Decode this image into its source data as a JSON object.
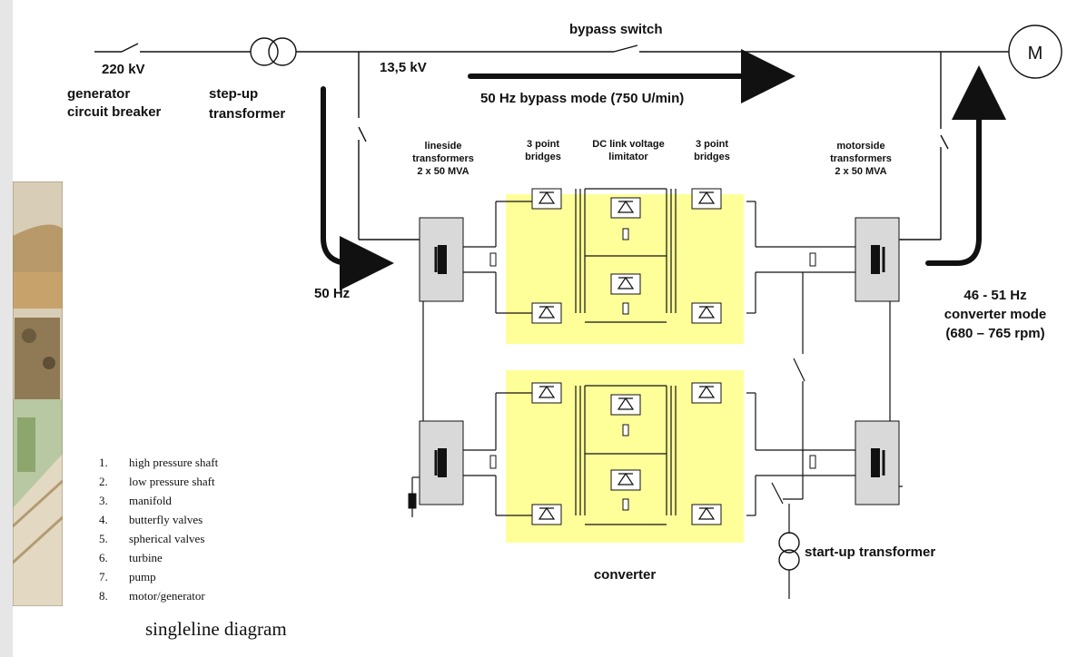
{
  "labels": {
    "voltage_220": "220 kV",
    "gcb_line1": "generator",
    "gcb_line2": "circuit breaker",
    "stepup_line1": "step-up",
    "stepup_line2": "transformer",
    "voltage_135": "13,5 kV",
    "bypass_switch": "bypass switch",
    "bypass_mode": "50 Hz bypass mode (750 U/min)",
    "motor": "M",
    "lineside_line1": "lineside",
    "lineside_line2": "transformers",
    "lineside_line3": "2 x 50 MVA",
    "bridges_left_line1": "3 point",
    "bridges_left_line2": "bridges",
    "dclink_line1": "DC link voltage",
    "dclink_line2": "limitator",
    "bridges_right_line1": "3 point",
    "bridges_right_line2": "bridges",
    "motorside_line1": "motorside",
    "motorside_line2": "transformers",
    "motorside_line3": "2 x 50 MVA",
    "hz50": "50 Hz",
    "converter_mode_line1": "46 - 51 Hz",
    "converter_mode_line2": "converter mode",
    "converter_mode_line3": "(680 – 765 rpm)",
    "converter": "converter",
    "startup_transformer": "start-up transformer",
    "caption": "singleline diagram"
  },
  "legend": [
    {
      "num": "1.",
      "text": "high pressure shaft"
    },
    {
      "num": "2.",
      "text": "low pressure shaft"
    },
    {
      "num": "3.",
      "text": "manifold"
    },
    {
      "num": "4.",
      "text": "butterfly valves"
    },
    {
      "num": "5.",
      "text": "spherical valves"
    },
    {
      "num": "6.",
      "text": "turbine"
    },
    {
      "num": "7.",
      "text": "pump"
    },
    {
      "num": "8.",
      "text": "motor/generator"
    }
  ],
  "colors": {
    "converter_fill": "#ffff99",
    "transformer_fill": "#d9d9d9",
    "line": "#111111",
    "photo_tint": "#c9b08a"
  }
}
